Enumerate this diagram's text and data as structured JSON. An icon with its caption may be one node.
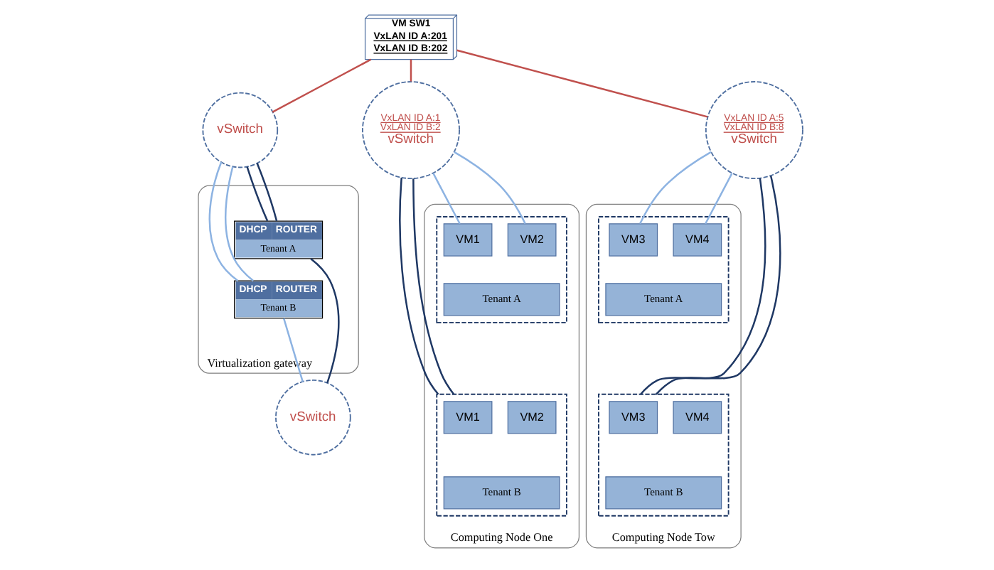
{
  "diagram": {
    "nodes": [
      {
        "text": [
          "VM SW1",
          "VxLAN ID A:201",
          "VxLAN ID B:202"
        ]
      },
      {
        "text": [
          "Virtualization gateway"
        ]
      },
      {
        "text": [
          "vSwitch"
        ]
      },
      {
        "text": [
          "DHCP",
          "ROUTER",
          "Tenant A"
        ],
        "in": 1
      },
      {
        "text": [
          "DHCP",
          "ROUTER",
          "Tenant B"
        ],
        "in": 1
      },
      {
        "text": [
          "vSwitch"
        ]
      },
      {
        "text": [
          "Computing Node One"
        ]
      },
      {
        "text": [
          "VxLAN ID A:1",
          "VxLAN ID B:2",
          "vSwitch"
        ]
      },
      {
        "text": [],
        "shape": "box",
        "in": 6
      },
      {
        "text": [
          "VM1"
        ],
        "in": 8
      },
      {
        "text": [
          "VM2"
        ],
        "in": 8
      },
      {
        "text": [
          "Tenant A"
        ],
        "in": 8
      },
      {
        "text": [],
        "shape": "box",
        "in": 6
      },
      {
        "text": [
          "VM1"
        ],
        "in": 12
      },
      {
        "text": [
          "VM2"
        ],
        "in": 12
      },
      {
        "text": [
          "Tenant B"
        ],
        "in": 12
      },
      {
        "text": [
          "Computing Node Tow"
        ]
      },
      {
        "text": [
          "VxLAN ID A:5",
          "VxLAN ID B:8",
          "vSwitch"
        ]
      },
      {
        "text": [],
        "shape": "box",
        "in": 16
      },
      {
        "text": [
          "VM3"
        ],
        "in": 18
      },
      {
        "text": [
          "VM4"
        ],
        "in": 18
      },
      {
        "text": [
          "Tenant A"
        ],
        "in": 18
      },
      {
        "text": [],
        "shape": "box",
        "in": 16
      },
      {
        "text": [
          "VM3"
        ],
        "in": 22
      },
      {
        "text": [
          "VM4"
        ],
        "in": 22
      },
      {
        "text": [
          "Tenant B"
        ],
        "in": 22
      }
    ],
    "edges": [
      {
        "from": 0,
        "to": 2,
        "arrow": "none",
        "color": "#c0504d"
      },
      {
        "from": 0,
        "to": 7,
        "arrow": "none",
        "color": "#c0504d"
      },
      {
        "from": 0,
        "to": 17,
        "arrow": "none",
        "color": "#c0504d"
      },
      {
        "from": 2,
        "to": 3,
        "arrow": "none"
      },
      {
        "from": 2,
        "to": 3,
        "arrow": "none"
      },
      {
        "from": 2,
        "to": 4,
        "arrow": "none",
        "color": "#8db3e2"
      },
      {
        "from": 2,
        "to": 4,
        "arrow": "none",
        "color": "#8db3e2"
      },
      {
        "from": 3,
        "to": 5,
        "arrow": "none"
      },
      {
        "from": 4,
        "to": 5,
        "arrow": "none",
        "color": "#8db3e2"
      },
      {
        "from": 7,
        "to": 9,
        "arrow": "none",
        "color": "#8db3e2"
      },
      {
        "from": 7,
        "to": 10,
        "arrow": "none",
        "color": "#8db3e2"
      },
      {
        "from": 7,
        "to": 12,
        "arrow": "none"
      },
      {
        "from": 7,
        "to": 12,
        "arrow": "none"
      },
      {
        "from": 17,
        "to": 19,
        "arrow": "none",
        "color": "#8db3e2"
      },
      {
        "from": 17,
        "to": 20,
        "arrow": "none",
        "color": "#8db3e2"
      },
      {
        "from": 17,
        "to": 22,
        "arrow": "none"
      },
      {
        "from": 17,
        "to": 22,
        "arrow": "none"
      }
    ]
  }
}
